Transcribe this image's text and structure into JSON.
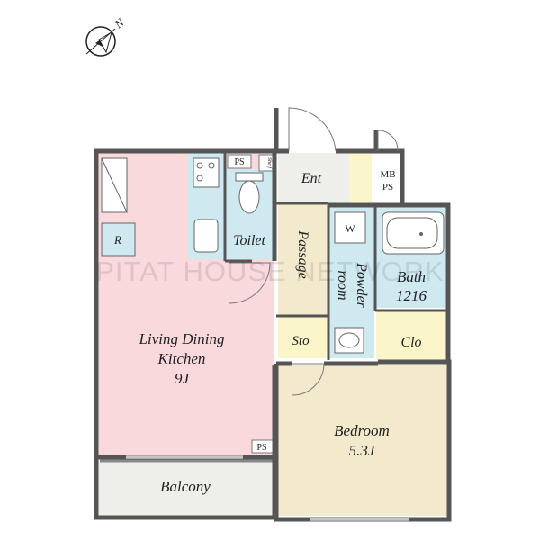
{
  "compass": {
    "label": "N"
  },
  "watermark": "PITAT HOUSE NETWORK",
  "rooms": {
    "ldk": {
      "line1": "Living Dining",
      "line2": "Kitchen",
      "line3": "9J"
    },
    "bedroom": {
      "line1": "Bedroom",
      "line2": "5.3J"
    },
    "balcony": "Balcony",
    "bath": {
      "line1": "Bath",
      "line2": "1216"
    },
    "toilet": "Toilet",
    "passage": "Passage",
    "powder": {
      "line1": "Powder",
      "line2": "room"
    },
    "entrance": "Ent",
    "storage": "Sto",
    "closet": "Clo",
    "mbps": {
      "line1": "MB",
      "line2": "PS"
    },
    "ps_top": "PS",
    "ps_bottom": "PS",
    "shelf": "Shelf",
    "fridge": "R",
    "washer": "W"
  },
  "colors": {
    "ldk": "#f9d9dc",
    "bedroom": "#f3e9cc",
    "wet": "#cfe9f1",
    "neutral": "#eeeeea",
    "closet": "#fbf6c9",
    "passage": "#f3e9cc"
  }
}
